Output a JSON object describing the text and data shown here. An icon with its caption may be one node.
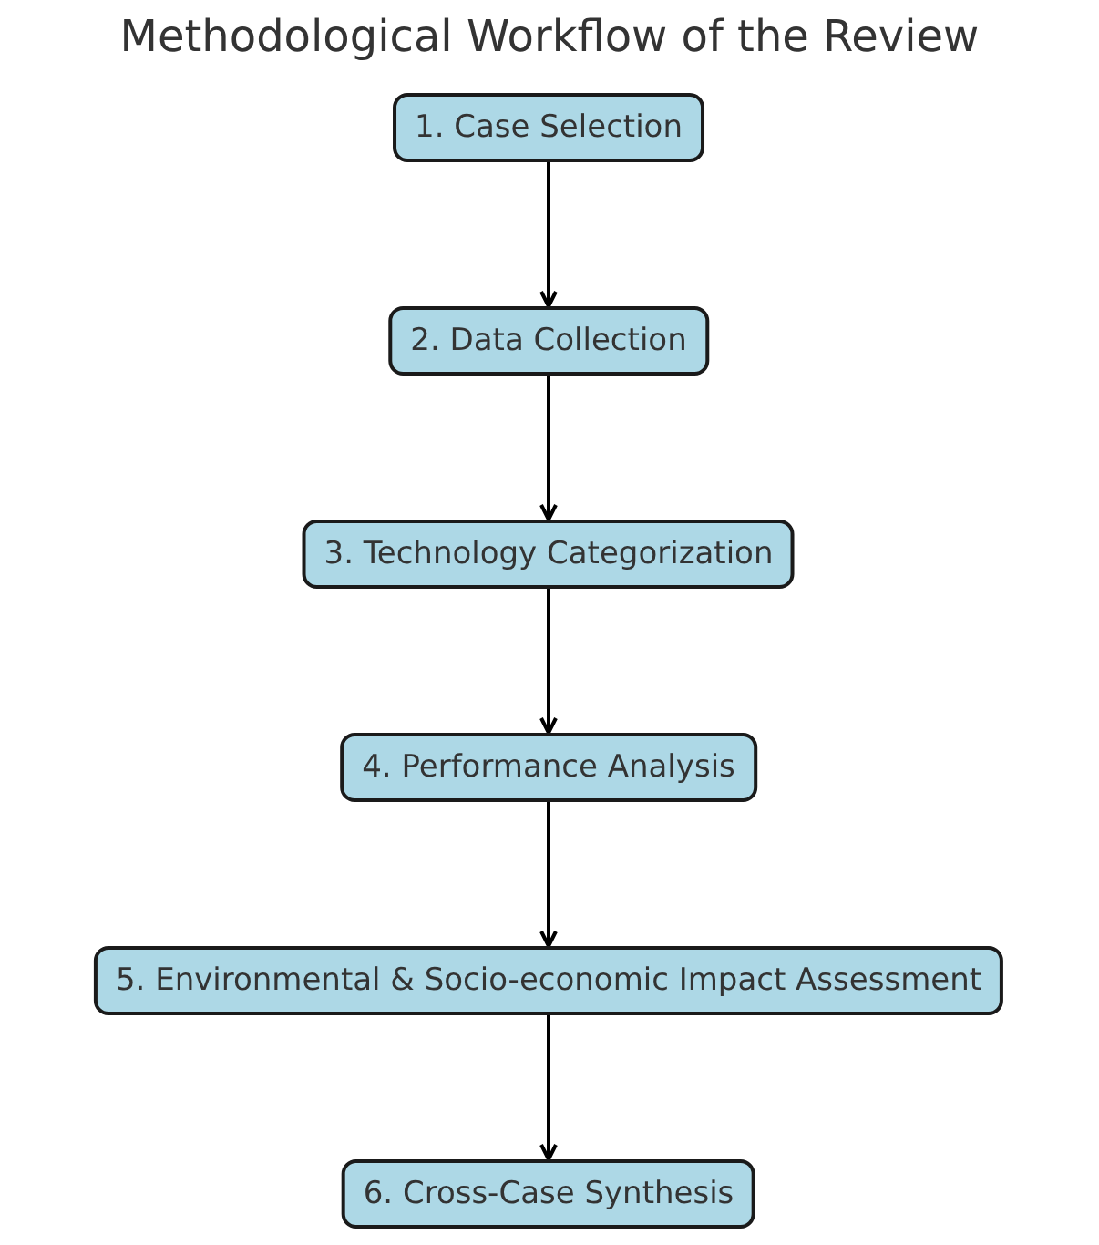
{
  "diagram": {
    "title": "Methodological Workflow of the Review",
    "nodes": [
      {
        "text": [
          "1. Case Selection"
        ]
      },
      {
        "text": [
          "2. Data Collection"
        ]
      },
      {
        "text": [
          "3. Technology Categorization"
        ]
      },
      {
        "text": [
          "4. Performance Analysis"
        ]
      },
      {
        "text": [
          "5. Environmental & Socio-economic Impact Assessment"
        ]
      },
      {
        "text": [
          "6. Cross-Case Synthesis"
        ]
      }
    ],
    "edges": [
      {
        "from": 0,
        "to": 1,
        "arrow": "to"
      },
      {
        "from": 1,
        "to": 2,
        "arrow": "to"
      },
      {
        "from": 2,
        "to": 3,
        "arrow": "to"
      },
      {
        "from": 3,
        "to": 4,
        "arrow": "to"
      },
      {
        "from": 4,
        "to": 5,
        "arrow": "to"
      }
    ]
  }
}
